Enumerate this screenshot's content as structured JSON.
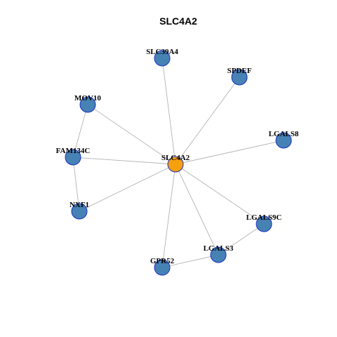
{
  "title": "SLC4A2",
  "colors": {
    "hub": "#f5a00f",
    "node": "#4682b4",
    "node_border": "#1c2fc4",
    "edge": "#b3b3b3"
  },
  "nodes": [
    {
      "id": "SLC4A2",
      "label": "SLC4A2",
      "role": "hub"
    },
    {
      "id": "SLC39A4",
      "label": "SLC39A4",
      "role": "partner"
    },
    {
      "id": "SPDEF",
      "label": "SPDEF",
      "role": "partner"
    },
    {
      "id": "MOV10",
      "label": "MOV10",
      "role": "partner"
    },
    {
      "id": "LGALS8",
      "label": "LGALS8",
      "role": "partner"
    },
    {
      "id": "FAM134C",
      "label": "FAM134C",
      "role": "partner"
    },
    {
      "id": "NXF1",
      "label": "NXF1",
      "role": "partner"
    },
    {
      "id": "LGALS9C",
      "label": "LGALS9C",
      "role": "partner"
    },
    {
      "id": "LGALS3",
      "label": "LGALS3",
      "role": "partner"
    },
    {
      "id": "GPR52",
      "label": "GPR52",
      "role": "partner"
    }
  ],
  "edges": [
    [
      "SLC4A2",
      "SLC39A4"
    ],
    [
      "SLC4A2",
      "SPDEF"
    ],
    [
      "SLC4A2",
      "MOV10"
    ],
    [
      "SLC4A2",
      "LGALS8"
    ],
    [
      "SLC4A2",
      "FAM134C"
    ],
    [
      "SLC4A2",
      "NXF1"
    ],
    [
      "SLC4A2",
      "LGALS9C"
    ],
    [
      "SLC4A2",
      "LGALS3"
    ],
    [
      "SLC4A2",
      "GPR52"
    ],
    [
      "MOV10",
      "FAM134C"
    ],
    [
      "FAM134C",
      "NXF1"
    ],
    [
      "LGALS9C",
      "LGALS3"
    ],
    [
      "LGALS3",
      "GPR52"
    ]
  ]
}
